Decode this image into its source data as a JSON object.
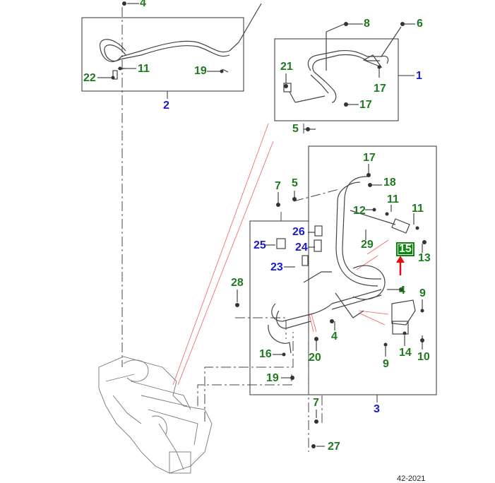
{
  "diagram": {
    "type": "exploded-parts-diagram",
    "reference_code": "42-2021",
    "highlight_color": "#0a8a0a",
    "arrow_color": "#e01010",
    "item_label_color": "#1f7a1f",
    "assembly_label_color": "#1a1acc",
    "assemblies": [
      {
        "label": "1"
      },
      {
        "label": "2"
      },
      {
        "label": "3"
      }
    ],
    "callouts": {
      "c4_top": "4",
      "c22": "22",
      "c11_left": "11",
      "c19_top": "19",
      "c2": "2",
      "c8": "8",
      "c6": "6",
      "c21": "21",
      "c1": "1",
      "c17_right": "17",
      "c17_bottom": "17",
      "c5_top": "5",
      "c17_mid": "17",
      "c18": "18",
      "c7_mid": "7",
      "c5_mid": "5",
      "c11_a": "11",
      "c11_b": "11",
      "c12": "12",
      "c29": "29",
      "c26": "26",
      "c25": "25",
      "c24": "24",
      "c15": "15",
      "c13": "13",
      "c23": "23",
      "c28": "28",
      "c4_right": "4",
      "c9_top": "9",
      "c4_lower": "4",
      "c14": "14",
      "c9_bottom": "9",
      "c10": "10",
      "c16": "16",
      "c20": "20",
      "c19_bottom": "19",
      "c3": "3",
      "c7_bottom": "7",
      "c27": "27"
    }
  }
}
